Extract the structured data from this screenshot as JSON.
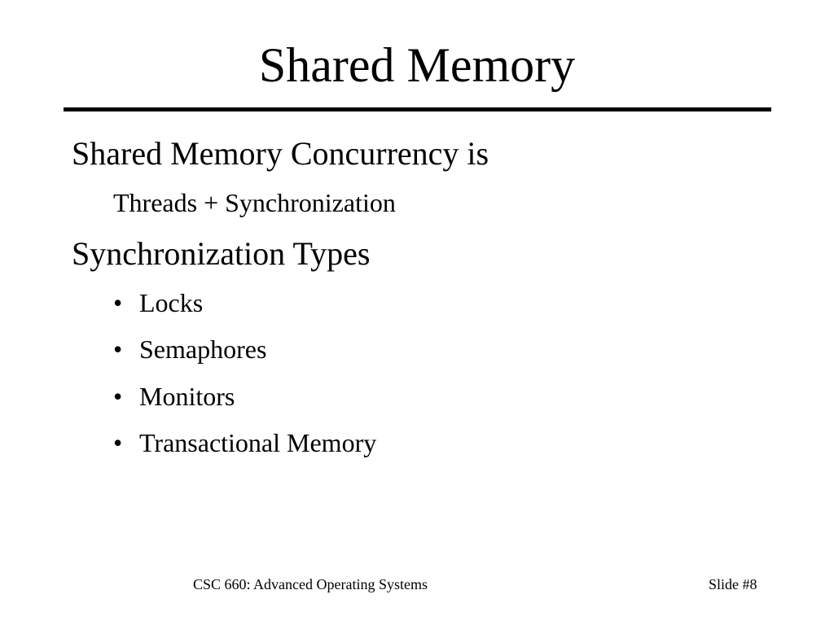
{
  "slide": {
    "title": "Shared Memory",
    "heading1": "Shared Memory Concurrency is",
    "subline1": "Threads + Synchronization",
    "heading2": "Synchronization Types",
    "bullet_glyph": "•",
    "bullets": [
      "Locks",
      "Semaphores",
      "Monitors",
      "Transactional Memory"
    ]
  },
  "footer": {
    "course": "CSC 660: Advanced Operating Systems",
    "slide_number": "Slide #8"
  }
}
